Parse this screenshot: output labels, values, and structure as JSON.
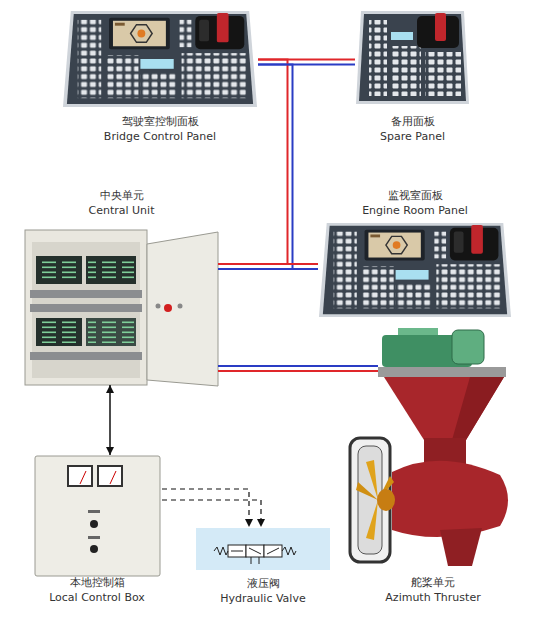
{
  "diagram": {
    "nodes": [
      {
        "text": [
          "驾驶室控制面板",
          "Bridge Control Panel"
        ]
      },
      {
        "text": [
          "备用面板",
          "Spare Panel"
        ]
      },
      {
        "text": [
          "中央单元",
          "Central Unit"
        ]
      },
      {
        "text": [
          "监视室面板",
          "Engine Room Panel"
        ]
      },
      {
        "text": [
          "本地控制箱",
          "Local Control Box"
        ]
      },
      {
        "text": [
          "液压阀",
          "Hydraulic Valve"
        ]
      },
      {
        "text": [
          "舵桨单元",
          "Azimuth Thruster"
        ]
      }
    ],
    "edges": [
      {
        "from": 0,
        "to": 1,
        "arrow": "none"
      },
      {
        "from": 2,
        "to": 0,
        "arrow": "none"
      },
      {
        "from": 2,
        "to": 3,
        "arrow": "none"
      },
      {
        "from": 2,
        "to": 6,
        "arrow": "none"
      },
      {
        "from": 2,
        "to": 4,
        "arrow": "both"
      },
      {
        "from": 4,
        "to": 5,
        "arrow": "to"
      }
    ]
  }
}
